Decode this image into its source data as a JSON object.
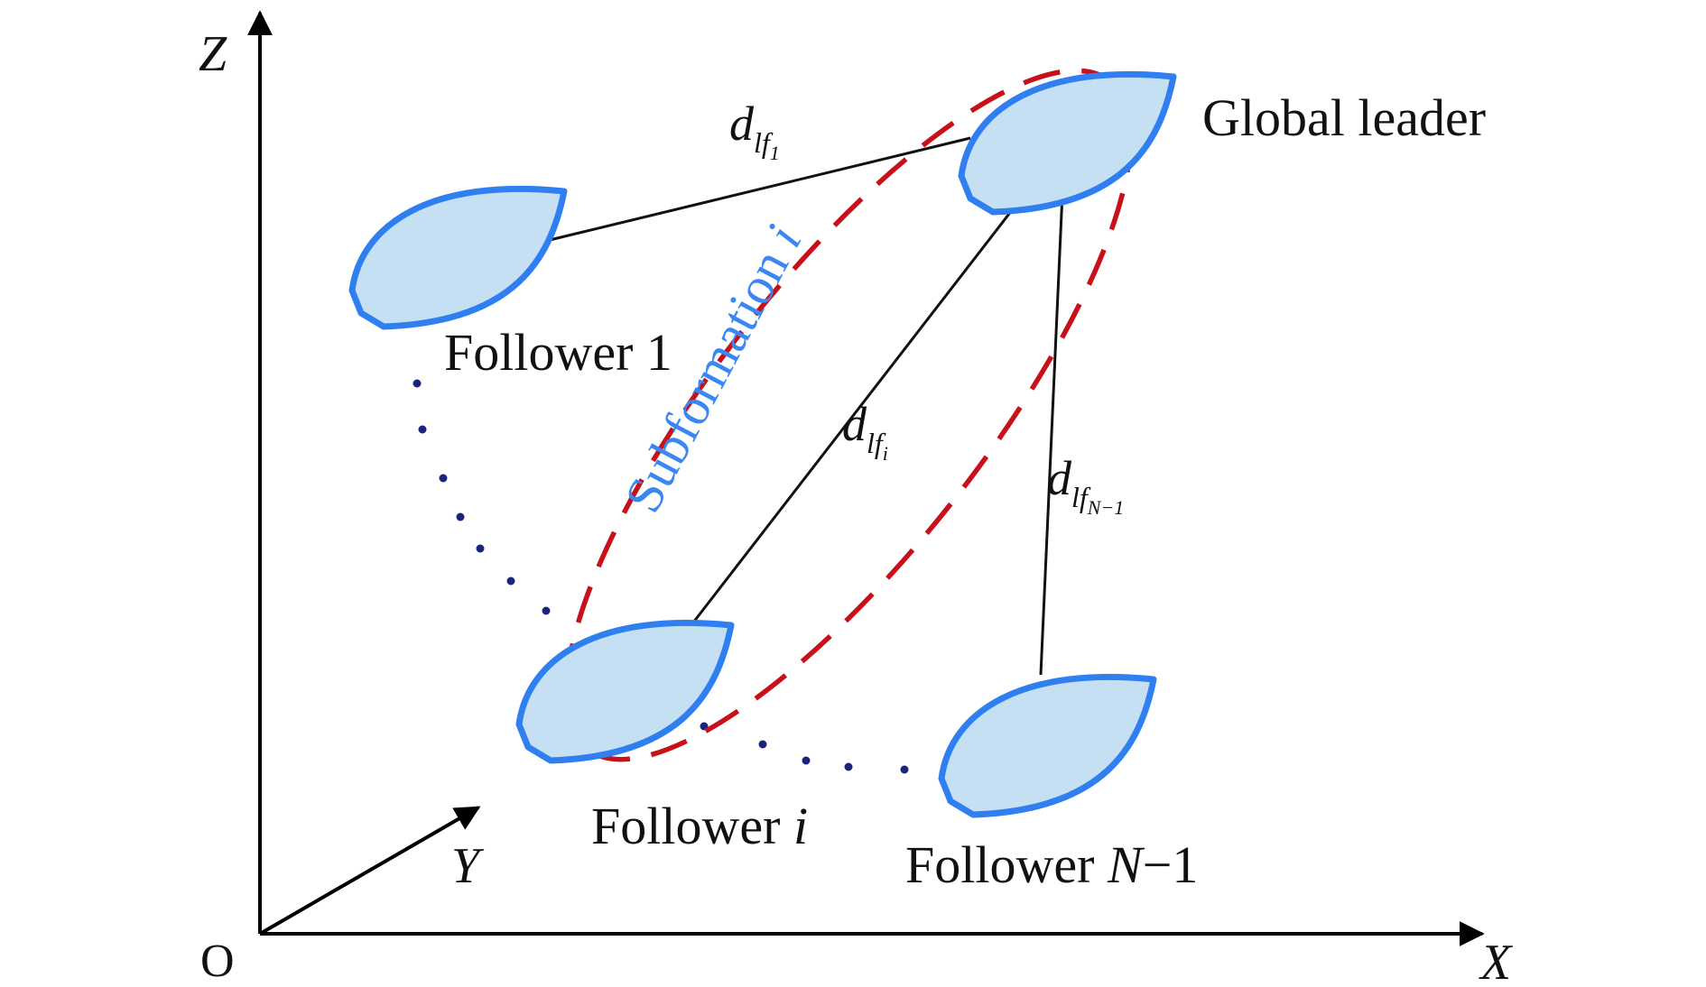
{
  "diagram": {
    "axes": {
      "x_label": "X",
      "y_label": "Y",
      "z_label": "Z",
      "origin_label": "O"
    },
    "agents": {
      "leader_label": "Global leader",
      "follower1_label": "Follower 1",
      "followeri_prefix": "Follower ",
      "followeri_index": "i",
      "followerN_prefix": "Follower ",
      "followerN_index": "N",
      "followerN_suffix": "−1"
    },
    "distances": {
      "main_symbol": "d",
      "sub_symbol": "lf",
      "sub_1": "1",
      "sub_i": "i",
      "sub_N": "N−1"
    },
    "subformation": {
      "word": "Subformation ",
      "index": "i"
    },
    "colors": {
      "hull_fill": "#c5dff3",
      "hull_stroke": "#2f7ff0",
      "ellipse_stroke": "#c8101a",
      "subformation_text": "#3a86f2",
      "dots": "#1a237e",
      "lines": "#111111"
    }
  }
}
